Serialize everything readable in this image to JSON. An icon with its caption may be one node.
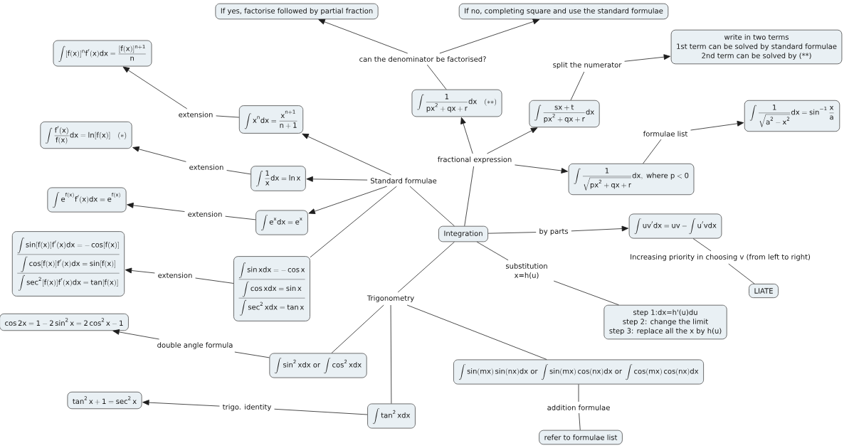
{
  "diagram": {
    "nodes": [
      {
        "text": [
          "If yes, factorise followed by partial fraction"
        ]
      },
      {
        "text": [
          "If no, completing square and use the standard formulae"
        ]
      },
      {
        "text": [
          "\\int [f(x)]^{n}f'(x)dx=\\frac{[f(x)]^{n+1}}{n}"
        ]
      },
      {
        "text": [
          "write in two terms",
          "1st term can be solved by standard formulae",
          "2nd term can be solved by (**)"
        ]
      },
      {
        "text": [
          "can the denominator be factorised?"
        ]
      },
      {
        "text": [
          "split the numerator"
        ]
      },
      {
        "text": [
          "extension"
        ]
      },
      {
        "text": [
          "\\int x^{n}dx=\\frac{x^{n+1}}{n+1}"
        ]
      },
      {
        "text": [
          "\\int\\frac{1}{px^{2}+qx+r}dx\\quad(**)"
        ]
      },
      {
        "text": [
          "\\int\\frac{sx+t}{px^{2}+qx+r}dx"
        ]
      },
      {
        "text": [
          "\\int\\frac{1}{\\sqrt{a^{2}-x^{2}}}dx=\\sin^{-1}\\frac{x}{a}"
        ]
      },
      {
        "text": [
          "formulae list"
        ]
      },
      {
        "text": [
          "\\int\\frac{f'(x)}{f(x)}dx=\\ln[f(x)]\\quad(*)"
        ]
      },
      {
        "text": [
          "fractional expression"
        ]
      },
      {
        "text": [
          "extension"
        ]
      },
      {
        "text": [
          "\\int\\frac{1}{x}dx=\\ln x"
        ]
      },
      {
        "text": [
          "Standard formulae"
        ]
      },
      {
        "text": [
          "\\int\\frac{1}{\\sqrt{px^{2}+qx+r}}dx,\\mbox{ where }p<0"
        ]
      },
      {
        "text": [
          "\\int e^{f(x)}f'(x)dx=e^{f(x)}"
        ]
      },
      {
        "text": [
          "extension"
        ]
      },
      {
        "text": [
          "\\int e^{x}dx=e^{x}"
        ]
      },
      {
        "text": [
          "Integration"
        ]
      },
      {
        "text": [
          "by parts"
        ]
      },
      {
        "text": [
          "\\int uv'dx=uv-\\int u'vdx"
        ]
      },
      {
        "text": [
          "Increasing priority in choosing v (from left to right)"
        ]
      },
      {
        "text": [
          "\\int\\sin[f(x)]f'(x)dx=-\\cos[f(x)]",
          "\\int\\cos[f(x)]f'(x)dx=\\sin[f(x)]",
          "\\int\\sec^{2}[f(x)]f'(x)dx=\\tan[f(x)]"
        ]
      },
      {
        "text": [
          "extension"
        ]
      },
      {
        "text": [
          "substitution x=h(u)"
        ]
      },
      {
        "text": [
          "\\int\\sin xdx=-\\cos x",
          "\\int\\cos xdx=\\sin x",
          "\\int\\sec^{2}xdx=\\tan x"
        ]
      },
      {
        "text": [
          "LIATE"
        ]
      },
      {
        "text": [
          "Trigonometry"
        ]
      },
      {
        "text": [
          "\\cos 2x=1-2\\sin^{2}x=2\\cos^{2}x-1"
        ]
      },
      {
        "text": [
          "step 1:dx=h'(u)du",
          "step 2: change the limit",
          "step 3: replace all the x by h(u)"
        ]
      },
      {
        "text": [
          "double angle formula"
        ]
      },
      {
        "text": [
          "\\int\\sin^{2}xdx\\mbox{ or }\\int\\cos^{2}xdx"
        ]
      },
      {
        "text": [
          "\\int\\sin(mx)\\sin(nx)dx\\mbox{ or }\\int\\sin(mx)\\cos(nx)dx\\mbox{ or }\\int\\cos(mx)\\cos(nx)dx"
        ]
      },
      {
        "text": [
          "\\tan^{2}x+1=\\sec^{2}x"
        ]
      },
      {
        "text": [
          "trigo. identity"
        ]
      },
      {
        "text": [
          "addition formulae"
        ]
      },
      {
        "text": [
          "\\int\\tan^{2}xdx"
        ]
      },
      {
        "text": [
          "refer to formulae list"
        ]
      }
    ],
    "edges": [
      {
        "from": 21,
        "to": 16,
        "arrow": "none"
      },
      {
        "from": 16,
        "to": 7,
        "arrow": "to"
      },
      {
        "from": 16,
        "to": 15,
        "arrow": "to"
      },
      {
        "from": 16,
        "to": 20,
        "arrow": "to"
      },
      {
        "from": 16,
        "to": 28,
        "arrow": "none"
      },
      {
        "from": 7,
        "to": 6,
        "arrow": "none"
      },
      {
        "from": 6,
        "to": 2,
        "arrow": "to"
      },
      {
        "from": 15,
        "to": 14,
        "arrow": "none"
      },
      {
        "from": 14,
        "to": 12,
        "arrow": "to"
      },
      {
        "from": 20,
        "to": 19,
        "arrow": "none"
      },
      {
        "from": 19,
        "to": 18,
        "arrow": "to"
      },
      {
        "from": 28,
        "to": 26,
        "arrow": "none"
      },
      {
        "from": 26,
        "to": 25,
        "arrow": "to"
      },
      {
        "from": 21,
        "to": 13,
        "arrow": "none"
      },
      {
        "from": 13,
        "to": 8,
        "arrow": "to"
      },
      {
        "from": 13,
        "to": 9,
        "arrow": "to"
      },
      {
        "from": 13,
        "to": 17,
        "arrow": "to"
      },
      {
        "from": 8,
        "to": 4,
        "arrow": "none"
      },
      {
        "from": 4,
        "to": 0,
        "arrow": "to"
      },
      {
        "from": 4,
        "to": 1,
        "arrow": "to"
      },
      {
        "from": 9,
        "to": 5,
        "arrow": "none"
      },
      {
        "from": 5,
        "to": 3,
        "arrow": "to"
      },
      {
        "from": 17,
        "to": 11,
        "arrow": "none"
      },
      {
        "from": 11,
        "to": 10,
        "arrow": "to"
      },
      {
        "from": 21,
        "to": 22,
        "arrow": "none"
      },
      {
        "from": 22,
        "to": 23,
        "arrow": "to"
      },
      {
        "from": 23,
        "to": 24,
        "arrow": "none"
      },
      {
        "from": 24,
        "to": 29,
        "arrow": "none"
      },
      {
        "from": 21,
        "to": 27,
        "arrow": "none"
      },
      {
        "from": 27,
        "to": 32,
        "arrow": "none"
      },
      {
        "from": 21,
        "to": 30,
        "arrow": "none"
      },
      {
        "from": 30,
        "to": 34,
        "arrow": "none"
      },
      {
        "from": 30,
        "to": 39,
        "arrow": "none"
      },
      {
        "from": 30,
        "to": 35,
        "arrow": "none"
      },
      {
        "from": 34,
        "to": 33,
        "arrow": "none"
      },
      {
        "from": 33,
        "to": 31,
        "arrow": "to"
      },
      {
        "from": 39,
        "to": 37,
        "arrow": "none"
      },
      {
        "from": 37,
        "to": 36,
        "arrow": "to"
      },
      {
        "from": 35,
        "to": 38,
        "arrow": "none"
      },
      {
        "from": 38,
        "to": 40,
        "arrow": "none"
      }
    ]
  }
}
